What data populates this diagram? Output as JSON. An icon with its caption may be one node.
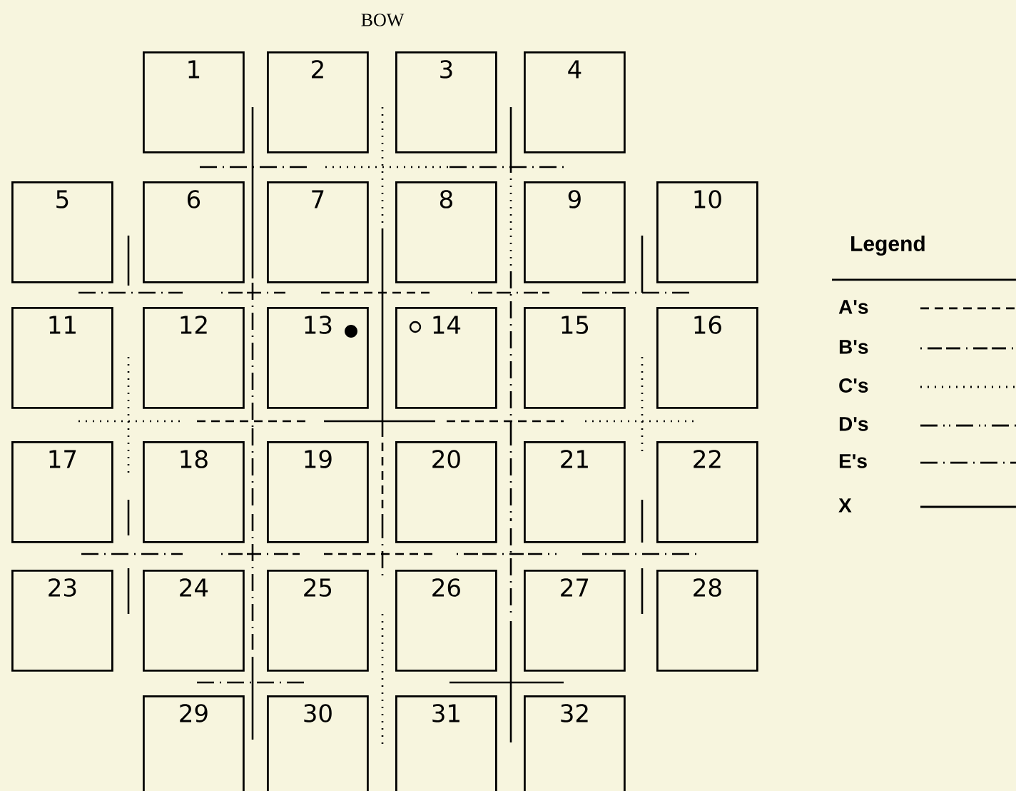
{
  "diagram": {
    "title": "BOW",
    "nodes": [
      {
        "text": [
          "1"
        ]
      },
      {
        "text": [
          "2"
        ]
      },
      {
        "text": [
          "3"
        ]
      },
      {
        "text": [
          "4"
        ]
      },
      {
        "text": [
          "5"
        ]
      },
      {
        "text": [
          "6"
        ]
      },
      {
        "text": [
          "7"
        ]
      },
      {
        "text": [
          "8"
        ]
      },
      {
        "text": [
          "9"
        ]
      },
      {
        "text": [
          "10"
        ]
      },
      {
        "text": [
          "11"
        ]
      },
      {
        "text": [
          "12"
        ]
      },
      {
        "text": [
          "13"
        ]
      },
      {
        "text": [
          "14"
        ]
      },
      {
        "text": [
          "15"
        ]
      },
      {
        "text": [
          "16"
        ]
      },
      {
        "text": [
          "17"
        ]
      },
      {
        "text": [
          "18"
        ]
      },
      {
        "text": [
          "19"
        ]
      },
      {
        "text": [
          "20"
        ]
      },
      {
        "text": [
          "21"
        ]
      },
      {
        "text": [
          "22"
        ]
      },
      {
        "text": [
          "23"
        ]
      },
      {
        "text": [
          "24"
        ]
      },
      {
        "text": [
          "25"
        ]
      },
      {
        "text": [
          "26"
        ]
      },
      {
        "text": [
          "27"
        ]
      },
      {
        "text": [
          "28"
        ]
      },
      {
        "text": [
          "29"
        ]
      },
      {
        "text": [
          "30"
        ]
      },
      {
        "text": [
          "31"
        ]
      },
      {
        "text": [
          "32"
        ]
      }
    ],
    "labels": [
      "Legend"
    ],
    "legend": [
      {
        "text": "A's"
      },
      {
        "text": "B's"
      },
      {
        "text": "C's"
      },
      {
        "text": "D's"
      },
      {
        "text": "E's"
      },
      {
        "text": "X"
      }
    ]
  }
}
